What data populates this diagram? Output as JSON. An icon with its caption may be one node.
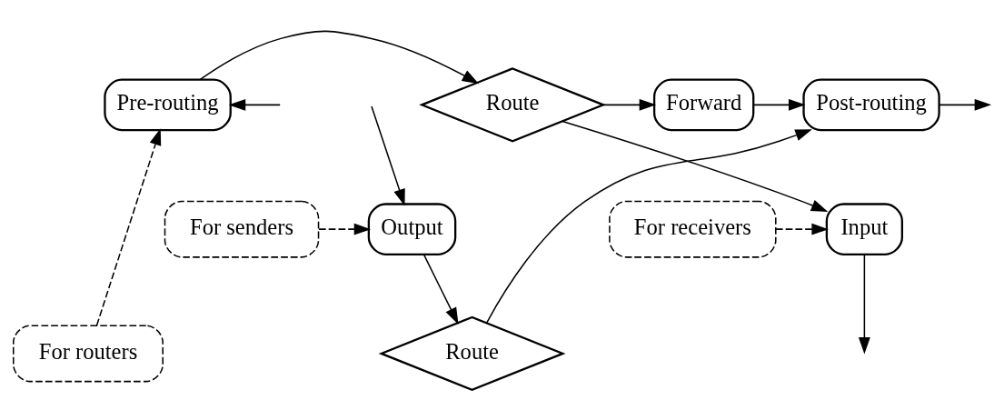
{
  "diagram": {
    "nodes": [
      {
        "text": [
          "Pre-routing"
        ]
      },
      {
        "text": [
          "Route"
        ]
      },
      {
        "text": [
          "Forward"
        ]
      },
      {
        "text": [
          "Post-routing"
        ]
      },
      {
        "text": [
          "For routers"
        ]
      },
      {
        "text": [
          "Route"
        ]
      },
      {
        "text": [
          "For receivers"
        ]
      },
      {
        "text": [
          "Input"
        ]
      },
      {
        "text": [
          "Output"
        ]
      },
      {
        "text": [
          "For senders"
        ]
      }
    ],
    "edges": [
      {
        "from": null,
        "to": 0,
        "arrow": "to"
      },
      {
        "from": 0,
        "to": 1,
        "arrow": "to"
      },
      {
        "from": 1,
        "to": 2,
        "arrow": "to"
      },
      {
        "from": 2,
        "to": 3,
        "arrow": "to"
      },
      {
        "from": 5,
        "to": 3,
        "arrow": "to"
      },
      {
        "from": 3,
        "to": null,
        "arrow": "to"
      },
      {
        "from": 4,
        "to": 0,
        "arrow": "to",
        "style": "dashed"
      },
      {
        "from": 1,
        "to": 7,
        "arrow": "to"
      },
      {
        "from": 6,
        "to": 7,
        "arrow": "to",
        "style": "dashed"
      },
      {
        "from": 9,
        "to": 8,
        "arrow": "to",
        "style": "dashed"
      },
      {
        "from": 8,
        "to": 5,
        "arrow": "to"
      },
      {
        "from": 7,
        "to": null,
        "arrow": "to"
      },
      {
        "from": null,
        "to": 8,
        "arrow": "to"
      }
    ]
  }
}
